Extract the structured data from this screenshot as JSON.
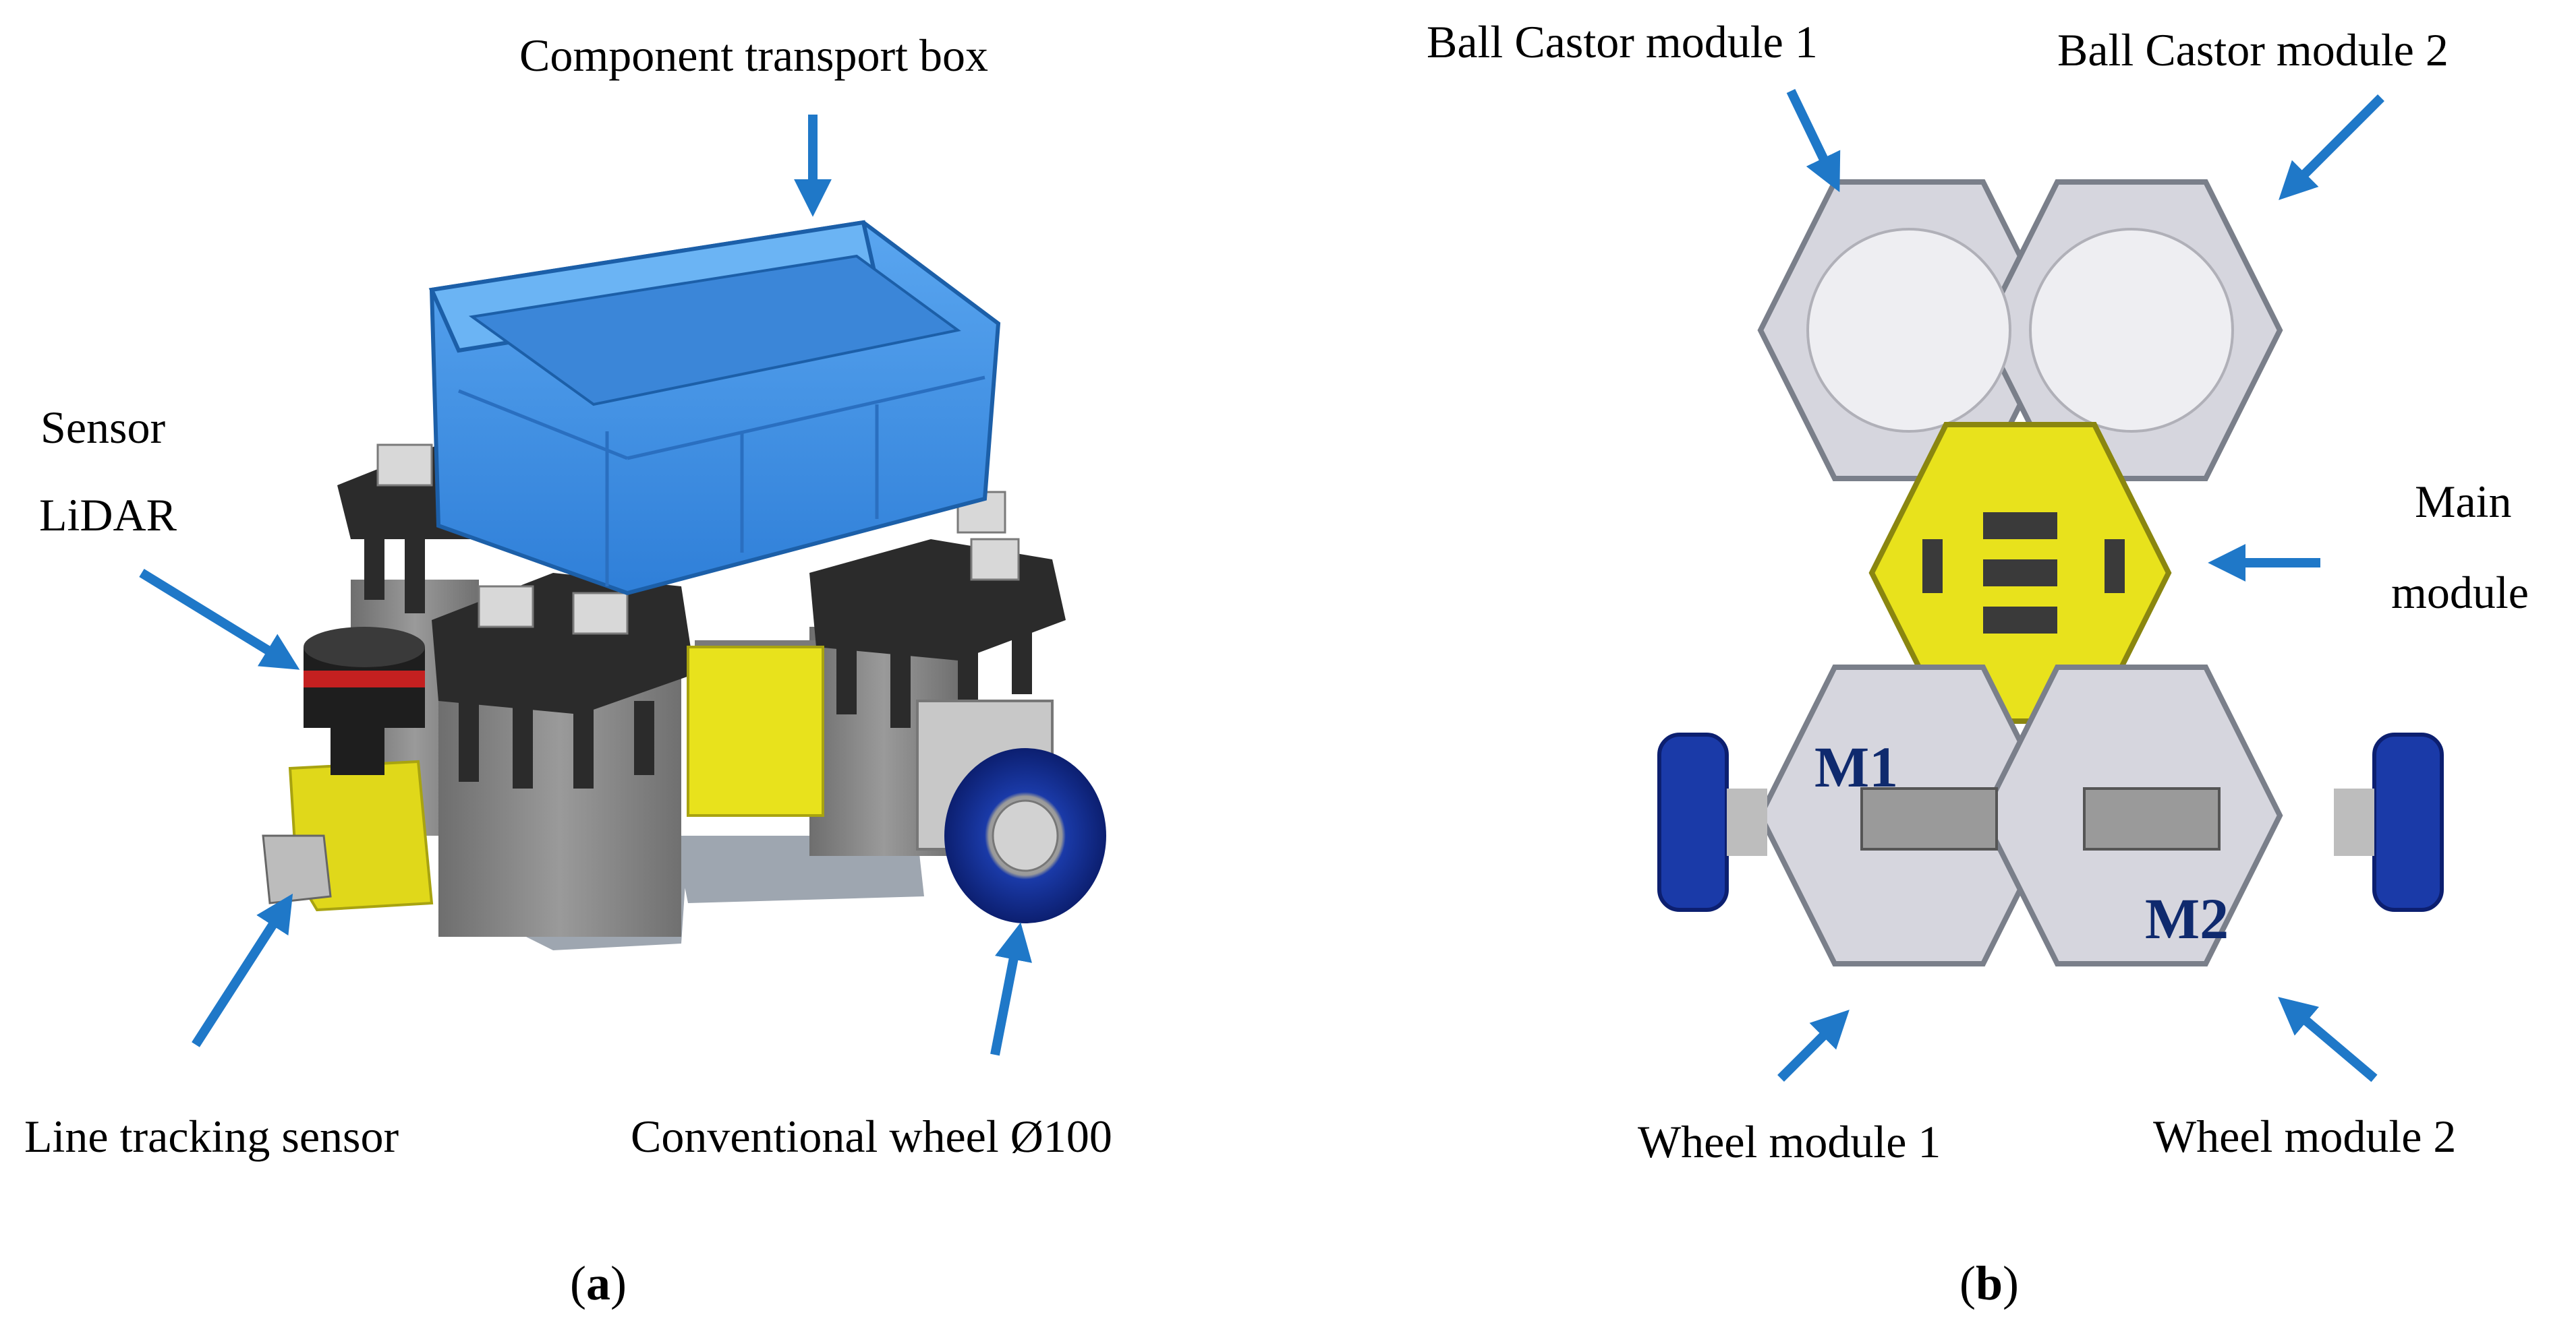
{
  "panel_a": {
    "labels": {
      "box": "Component transport box",
      "sensor": "Sensor",
      "lidar": "LiDAR",
      "line_sensor": "Line tracking sensor",
      "wheel": "Conventional wheel Ø100"
    },
    "caption": {
      "open": "(",
      "letter": "a",
      "close": ")"
    }
  },
  "panel_b": {
    "labels": {
      "castor1": "Ball Castor module 1",
      "castor2": "Ball Castor module 2",
      "main1": "Main",
      "main2": "module",
      "wheel1": "Wheel module 1",
      "wheel2": "Wheel module 2",
      "m1": "M1",
      "m2": "M2"
    },
    "caption": {
      "open": "(",
      "letter": "b",
      "close": ")"
    }
  },
  "colors": {
    "arrow": "#1f78c8",
    "box_blue": "#3f8ee6",
    "module_dark": "#2b2b2b",
    "module_grey": "#8a8a8a",
    "yellow": "#e8e21c",
    "wheel_blue": "#1a3aa8",
    "castor_panel": "#d6d6de",
    "label_navy": "#0f2a6e"
  }
}
